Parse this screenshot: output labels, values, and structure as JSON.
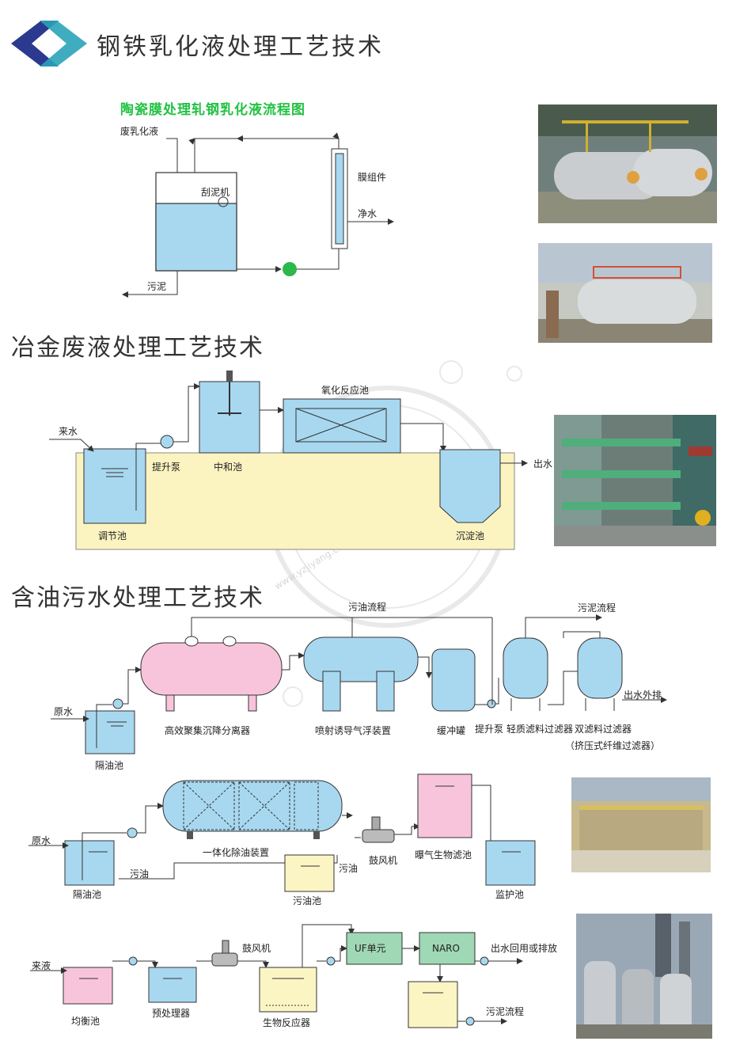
{
  "header": {
    "title": "钢铁乳化液处理工艺技术",
    "logo_colors": [
      "#2b3a8f",
      "#2aa3b8"
    ]
  },
  "section1": {
    "subtitle": "陶瓷膜处理轧钢乳化液流程图",
    "labels": {
      "waste_emulsion": "废乳化液",
      "scraper": "刮泥机",
      "membrane": "膜组件",
      "clean_water": "净水",
      "sludge": "污泥"
    }
  },
  "section2": {
    "title": "冶金废液处理工艺技术",
    "labels": {
      "inflow": "来水",
      "lift_pump": "提升泵",
      "neutral_tank": "中和池",
      "oxidation": "氧化反应池",
      "outflow": "出水",
      "regulating_tank": "调节池",
      "settling_tank": "沉淀池"
    }
  },
  "section3": {
    "title": "含油污水处理工艺技术",
    "flow1": {
      "oil_flow": "污油流程",
      "sludge_flow": "污泥流程",
      "raw_water": "原水",
      "separator": "高效聚集沉降分离器",
      "flotation": "喷射诱导气浮装置",
      "buffer": "缓冲罐",
      "pump": "提升泵",
      "light_filter": "轻质滤料过滤器",
      "dual_filter": "双滤料过滤器",
      "squeeze_filter": "（挤压式纤维过滤器）",
      "out_discharge": "出水外排",
      "oil_sep_tank": "隔油池"
    },
    "flow2": {
      "raw_water": "原水",
      "integrated": "一体化除油装置",
      "oil_sep_tank": "隔油池",
      "waste_oil": "污油",
      "waste_oil_2": "污油",
      "waste_oil_tank": "污油池",
      "blower": "鼓风机",
      "aerated_filter": "曝气生物滤池",
      "monitor_tank": "监护池"
    },
    "flow3": {
      "inflow": "来液",
      "balance_tank": "均衡池",
      "pretreat": "预处理器",
      "blower": "鼓风机",
      "bioreactor": "生物反应器",
      "uf_unit": "UF单元",
      "naro": "NARO",
      "reuse": "出水回用或排放",
      "sludge_flow": "污泥流程"
    }
  },
  "watermark": "www.yzjiyang.com",
  "colors": {
    "tank_blue": "#a8d8f0",
    "tank_pink": "#f8c4dc",
    "tank_yellow": "#fbf5c4",
    "ground_yellow": "#fbf3c0",
    "unit_green": "#9fd8b4",
    "pump_green": "#2db84a"
  }
}
